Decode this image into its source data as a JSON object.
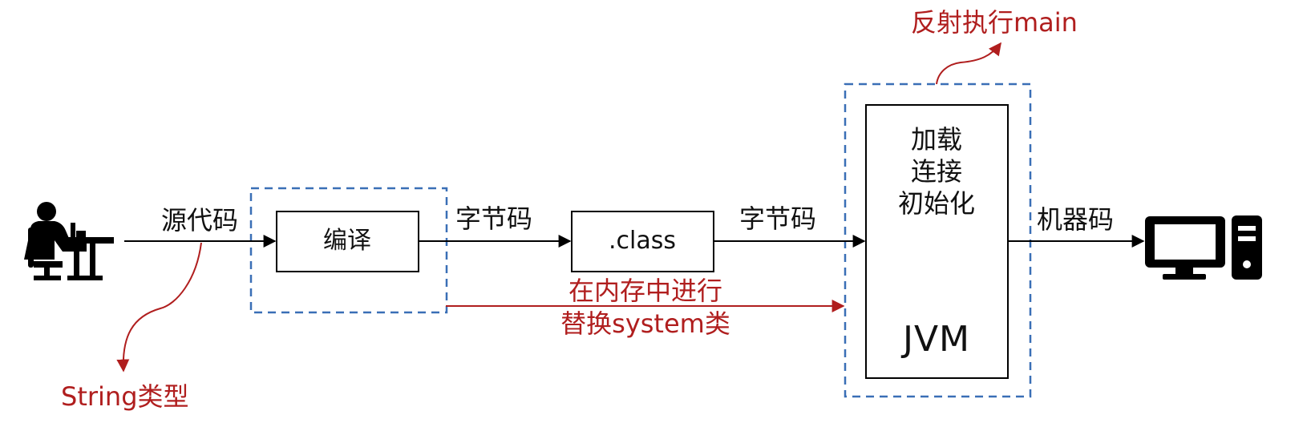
{
  "diagram": {
    "colors": {
      "line": "#000000",
      "dashed_box": "#3a6fb6",
      "annotation": "#b01e1e"
    },
    "edges": {
      "source_code": "源代码",
      "bytecode_1": "字节码",
      "bytecode_2": "字节码",
      "machine_code": "机器码"
    },
    "nodes": {
      "compile": "编译",
      "class_file": ".class",
      "jvm": {
        "steps": [
          "加载",
          "连接",
          "初始化"
        ],
        "name": "JVM"
      }
    },
    "annotations": {
      "string_type": "String类型",
      "memory_replace": [
        "在内存中进行",
        "替换system类"
      ],
      "reflect_main": "反射执行main"
    },
    "icons": {
      "left": "developer-at-desk-icon",
      "right": "desktop-computer-icon"
    }
  }
}
